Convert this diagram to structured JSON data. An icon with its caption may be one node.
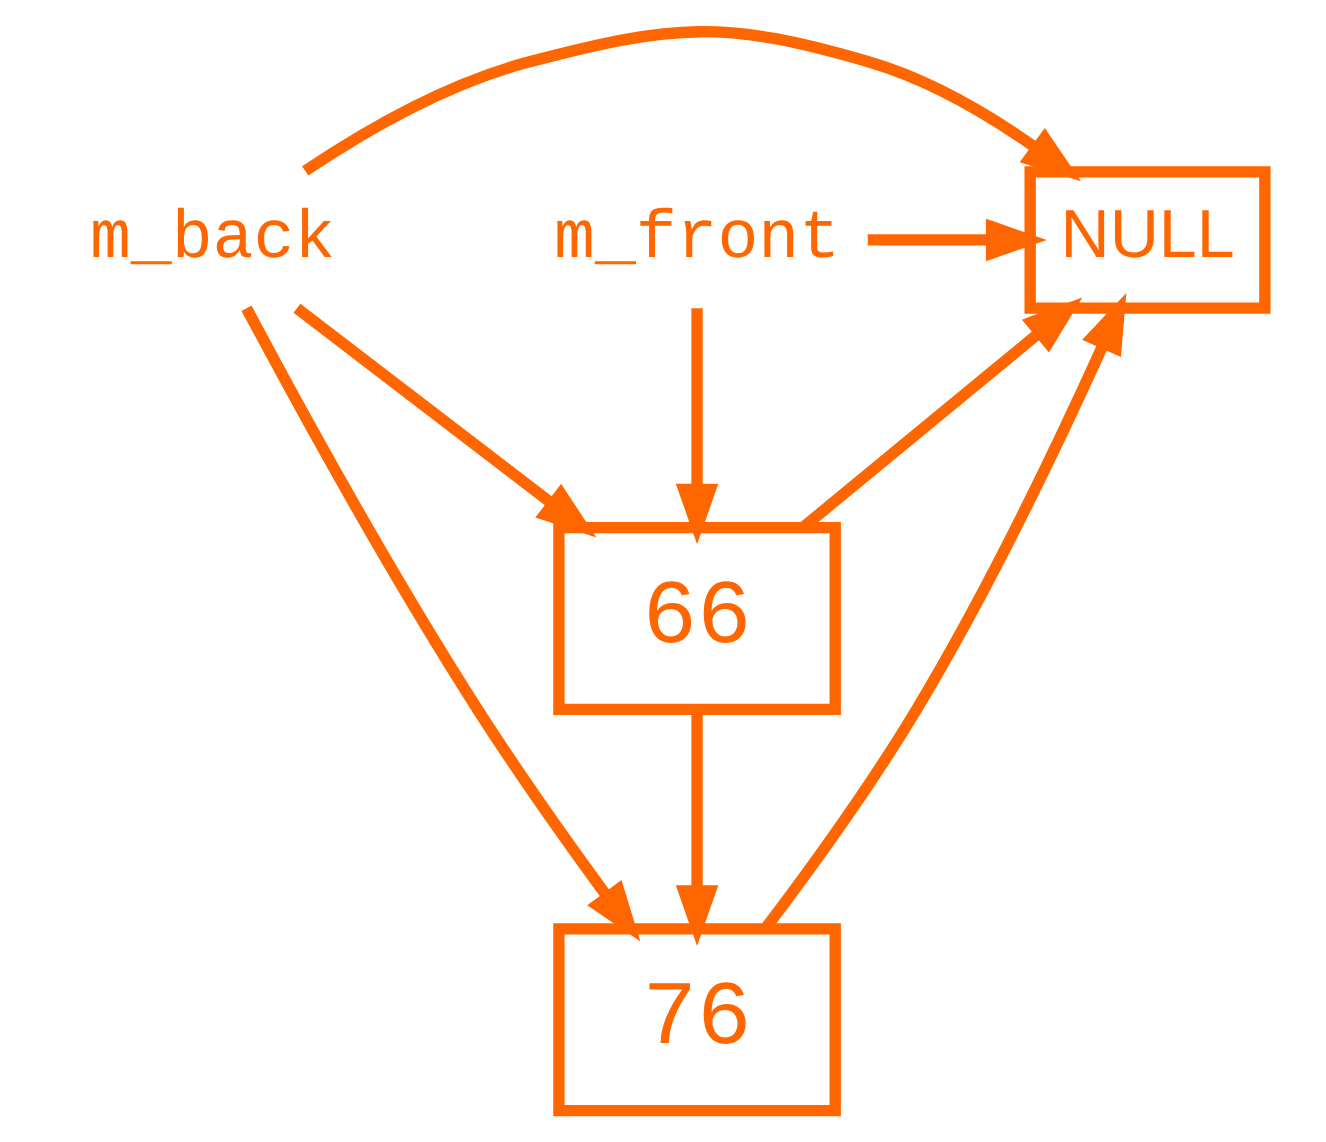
{
  "diagram": {
    "nodes": [
      {
        "text": [
          "m_back"
        ]
      },
      {
        "text": [
          "m_front"
        ]
      },
      {
        "text": [
          "NULL"
        ]
      },
      {
        "text": [
          "76"
        ]
      },
      {
        "text": [
          "66"
        ]
      }
    ],
    "edges": [
      {
        "from": 0,
        "to": 2,
        "arrow": "to"
      },
      {
        "from": 0,
        "to": 3,
        "arrow": "to"
      },
      {
        "from": 0,
        "to": 4,
        "arrow": "to"
      },
      {
        "from": 1,
        "to": 2,
        "arrow": "to"
      },
      {
        "from": 1,
        "to": 4,
        "arrow": "to"
      },
      {
        "from": 3,
        "to": 2,
        "arrow": "to"
      },
      {
        "from": 4,
        "to": 3,
        "arrow": "to"
      },
      {
        "from": 4,
        "to": 2,
        "arrow": "to"
      }
    ]
  }
}
